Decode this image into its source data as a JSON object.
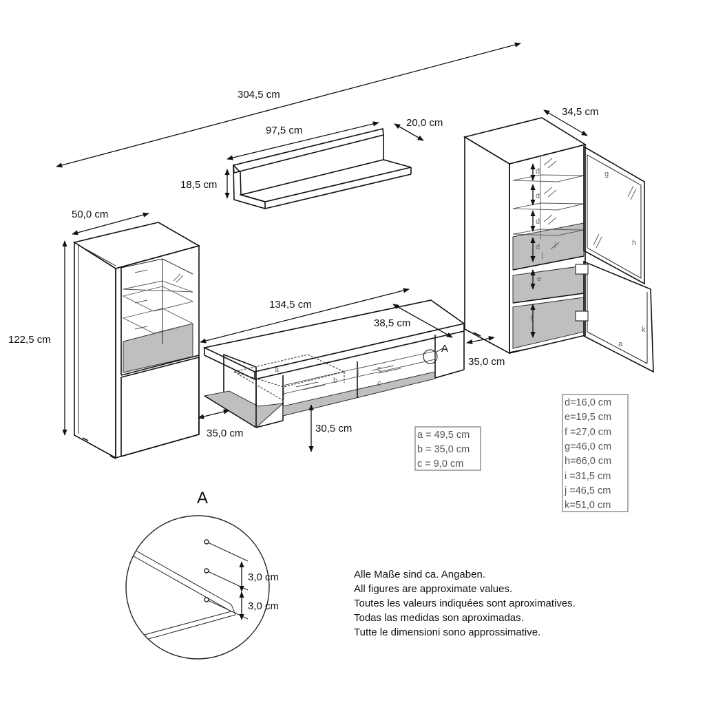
{
  "dimensions": {
    "total_width": "304,5 cm",
    "shelf_width": "97,5 cm",
    "shelf_depth": "20,0 cm",
    "shelf_height": "18,5 cm",
    "left_width": "50,0 cm",
    "left_height": "122,5 cm",
    "left_depth": "35,0 cm",
    "tv_width": "134,5 cm",
    "tv_depth": "38,5 cm",
    "tv_height": "30,5 cm",
    "right_width": "34,5 cm",
    "right_depth": "35,0 cm",
    "detail_spacing_1": "3,0 cm",
    "detail_spacing_2": "3,0 cm"
  },
  "detail_marker": "A",
  "detail_title": "A",
  "part_labels": {
    "a": "a",
    "b": "b",
    "c": "c",
    "d": "d",
    "e": "e",
    "f": "f",
    "g": "g",
    "h": "h",
    "i": "i",
    "j": "j",
    "k": "k"
  },
  "legend_abc": [
    "a = 49,5 cm",
    "b = 35,0 cm",
    "c =   9,0 cm"
  ],
  "legend_dk": [
    "d=16,0 cm",
    "e=19,5 cm",
    "f =27,0 cm",
    "g=46,0 cm",
    "h=66,0 cm",
    "i =31,5 cm",
    "j =46,5 cm",
    "k=51,0 cm"
  ],
  "notes": [
    "Alle Maße sind ca. Angaben.",
    "All figures are approximate values.",
    "Toutes les valeurs indiquées sont aproximatives.",
    "Todas las medidas son aproximadas.",
    "Tutte le dimensioni sono approssimative."
  ]
}
